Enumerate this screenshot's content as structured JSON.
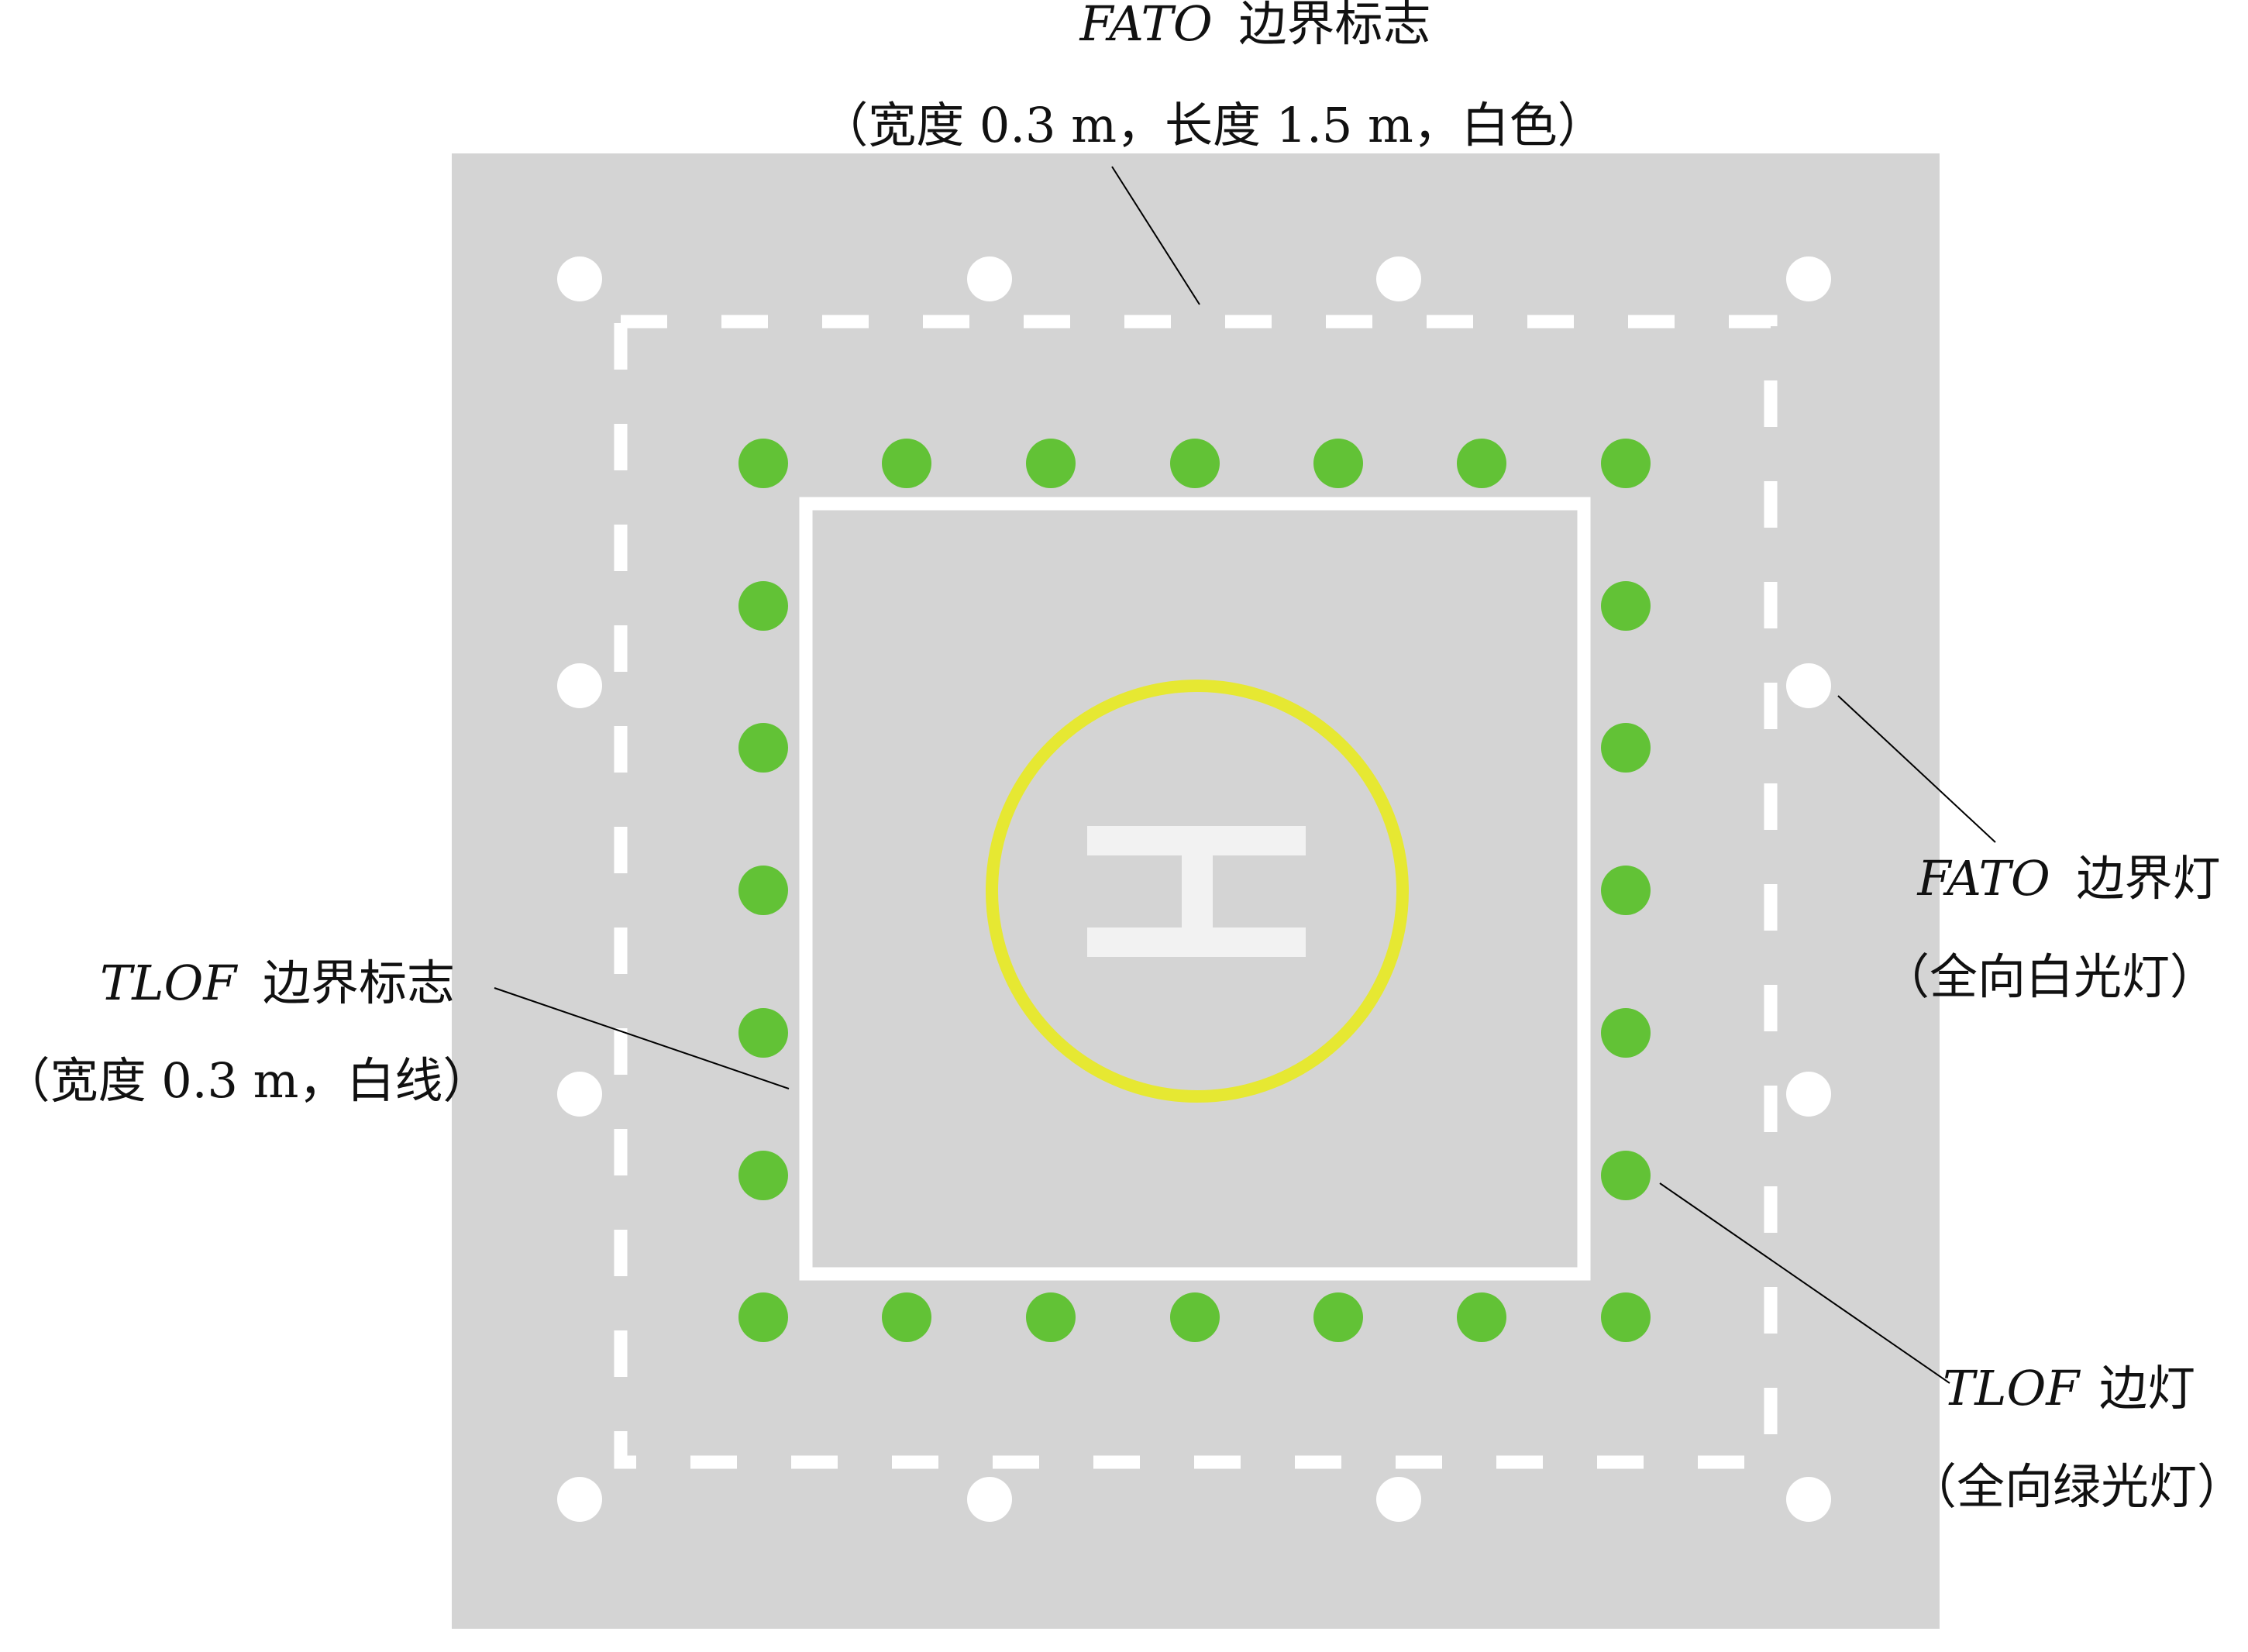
{
  "labels": {
    "fato_marking_abbr": "FATO",
    "fato_marking_title": "边界标志",
    "fato_marking_desc": "（宽度 0.3 m，长度 1.5 m，白色）",
    "fato_light_abbr": "FATO",
    "fato_light_title": "边界灯",
    "fato_light_desc": "（全向白光灯）",
    "tlof_marking_abbr": "TLOF",
    "tlof_marking_title": "边界标志",
    "tlof_marking_desc": "（宽度 0.3 m，白线）",
    "tlof_light_abbr": "TLOF",
    "tlof_light_title": "边灯",
    "tlof_light_desc": "（全向绿光灯）"
  },
  "colors": {
    "background": "#d4d4d4",
    "marking": "#ffffff",
    "green_light": "#62c236",
    "circle": "#e6e832",
    "h_mark": "#f2f2f2",
    "leader": "#000000"
  },
  "icons": {
    "white_light": "white-circle-icon",
    "green_light": "green-circle-icon",
    "center_mark": "h-mark-icon"
  }
}
